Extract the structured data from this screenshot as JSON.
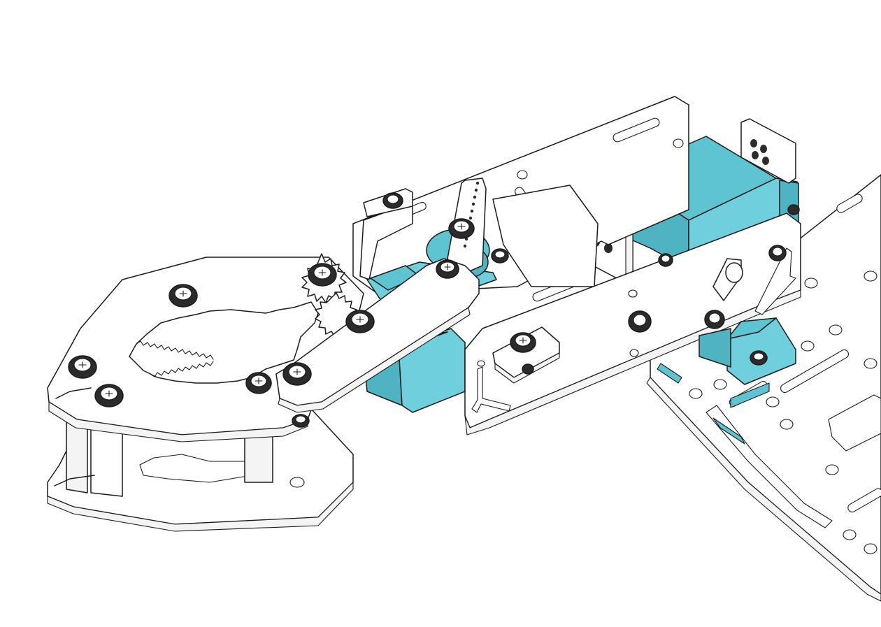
{
  "diagram": {
    "colors": {
      "servo": "#5ec4d2",
      "servo_shade": "#4fb3c2",
      "line": "#1a1a1a",
      "background": "#ffffff"
    },
    "parts": [
      "gripper-upper-jaw-plate",
      "gripper-lower-jaw-plate",
      "gripper-standoff",
      "gripper-gear",
      "gripper-servo",
      "servo-horn",
      "wrist-link-arm",
      "wrist-bracket",
      "elbow-servo",
      "base-frame-plate",
      "chassis-plate"
    ]
  }
}
